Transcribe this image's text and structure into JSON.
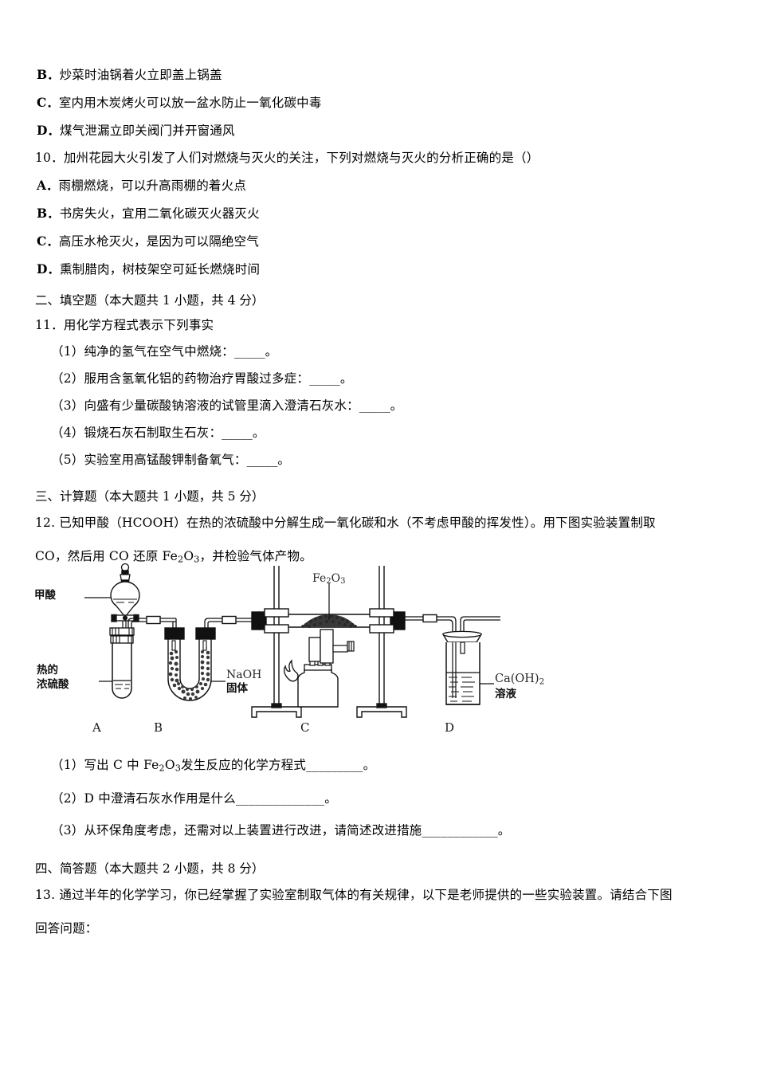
{
  "document": {
    "type": "chemistry-exam-paper-page",
    "language": "zh-CN"
  },
  "q9_options": [
    {
      "label": "B．",
      "text": "炒菜时油锅着火立即盖上锅盖"
    },
    {
      "label": "C．",
      "text": "室内用木炭烤火可以放一盆水防止一氧化碳中毒"
    },
    {
      "label": "D．",
      "text": "煤气泄漏立即关阀门并开窗通风"
    }
  ],
  "q10": {
    "number": "10．",
    "stem": "加州花园大火引发了人们对燃烧与灭火的关注，下列对燃烧与灭火的分析正确的是（）",
    "options": [
      {
        "label": "A．",
        "text": "雨棚燃烧，可以升高雨棚的着火点"
      },
      {
        "label": "B．",
        "text": "书房失火，宜用二氧化碳灭火器灭火"
      },
      {
        "label": "C．",
        "text": "高压水枪灭火，是因为可以隔绝空气"
      },
      {
        "label": "D．",
        "text": "熏制腊肉，树枝架空可延长燃烧时间"
      }
    ]
  },
  "section2": {
    "heading": "二、填空题（本大题共 1 小题，共 4 分）",
    "q11": {
      "number": "11．",
      "stem": "用化学方程式表示下列事实",
      "items": [
        {
          "label": "（1）",
          "text": "纯净的氢气在空气中燃烧：",
          "blank": "_____",
          "end": "。"
        },
        {
          "label": "（2）",
          "text": "服用含氢氧化铝的药物治疗胃酸过多症：",
          "blank": "_____",
          "end": "。"
        },
        {
          "label": "（3）",
          "text": "向盛有少量碳酸钠溶液的试管里滴入澄清石灰水：",
          "blank": "_____",
          "end": "。"
        },
        {
          "label": "（4）",
          "text": "锻烧石灰石制取生石灰：",
          "blank": "_____",
          "end": "。"
        },
        {
          "label": "（5）",
          "text": "实验室用高锰酸钾制备氧气：",
          "blank": "_____",
          "end": "。"
        }
      ]
    }
  },
  "section3": {
    "heading": "三、计算题（本大题共 1 小题，共 5 分）",
    "q12": {
      "number": "12.",
      "stem_line1": "已知甲酸（HCOOH）在热的浓硫酸中分解生成一氧化碳和水（不考虑甲酸的挥发性）。用下图实验装置制取",
      "stem_line2_a": "CO，然后用 CO 还原 Fe",
      "stem_line2_sub": "2",
      "stem_line2_b": "O",
      "stem_line2_sub2": "3",
      "stem_line2_c": "，并检验气体产物。",
      "sub_questions": [
        {
          "label": "（1）",
          "text_a": "写出 C 中 Fe",
          "sub1": "2",
          "text_b": "O",
          "sub2": "3",
          "text_c": "发生反应的化学方程式",
          "blank": "_________",
          "end": "。"
        },
        {
          "label": "（2）",
          "text_a": "D 中澄清石灰水作用是什么",
          "blank": "______________",
          "end": "。"
        },
        {
          "label": "（3）",
          "text_a": "从环保角度考虑，还需对以上装置进行改进，请简述改进措施",
          "blank": "____________",
          "end": "。"
        }
      ]
    }
  },
  "figure": {
    "name": "co-reduction-apparatus-diagram",
    "labels": {
      "formic_acid": "甲酸",
      "hot_conc_sulfuric_line1": "热的",
      "hot_conc_sulfuric_line2": "浓硫酸",
      "naoh_line1": "NaOH",
      "naoh_line2": "固体",
      "fe2o3": "Fe",
      "fe2o3_sub1": "2",
      "fe2o3_mid": "O",
      "fe2o3_sub2": "3",
      "limewater_line1": "Ca(OH)",
      "limewater_sub": "2",
      "limewater_line2": "溶液"
    },
    "device_labels": [
      {
        "id": "A",
        "text": "A"
      },
      {
        "id": "B",
        "text": "B"
      },
      {
        "id": "C",
        "text": "C"
      },
      {
        "id": "D",
        "text": "D"
      }
    ]
  },
  "section4": {
    "heading": "四、简答题（本大题共 2 小题，共 8 分）",
    "q13": {
      "number": "13.",
      "stem_line1": "通过半年的化学学习，你已经掌握了实验室制取气体的有关规律，以下是老师提供的一些实验装置。请结合下图",
      "stem_line2": "回答问题："
    }
  },
  "colors": {
    "text": "#000000",
    "figure_stroke": "#1a1a1a",
    "powder": "#2b2b2b"
  }
}
